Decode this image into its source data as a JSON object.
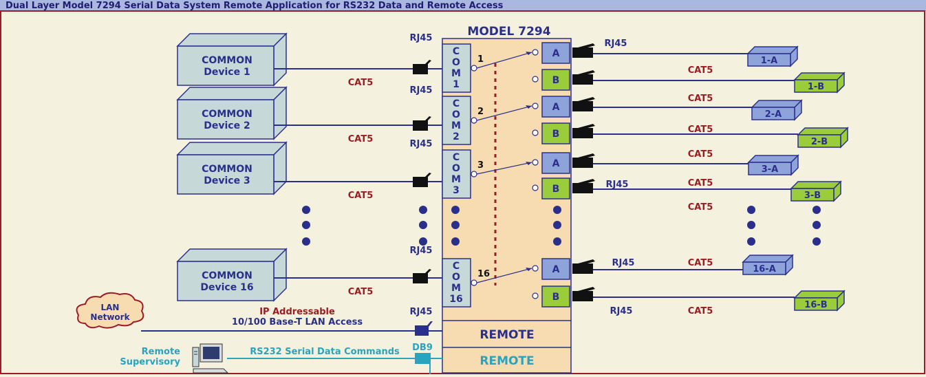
{
  "header": {
    "title": "Dual Layer Model 7294 Serial Data System Remote Application for RS232 Data and Remote Access"
  },
  "unit": {
    "model_label": "MODEL 7294",
    "remote_lan_label": "REMOTE",
    "remote_serial_label": "REMOTE",
    "com_ports": [
      {
        "letters": [
          "C",
          "O",
          "M",
          "1"
        ],
        "channel": "1"
      },
      {
        "letters": [
          "C",
          "O",
          "M",
          "2"
        ],
        "channel": "2"
      },
      {
        "letters": [
          "C",
          "O",
          "M",
          "3"
        ],
        "channel": "3"
      },
      {
        "letters": [
          "C",
          "O",
          "M",
          "16"
        ],
        "channel": "16"
      }
    ],
    "port_a_label": "A",
    "port_b_label": "B"
  },
  "common_devices": [
    {
      "line1": "COMMON",
      "line2": "Device 1"
    },
    {
      "line1": "COMMON",
      "line2": "Device 2"
    },
    {
      "line1": "COMMON",
      "line2": "Device 3"
    },
    {
      "line1": "COMMON",
      "line2": "Device 16"
    }
  ],
  "output_devices": [
    "1-A",
    "1-B",
    "2-A",
    "2-B",
    "3-A",
    "3-B",
    "16-A",
    "16-B"
  ],
  "labels": {
    "rj45": "RJ45",
    "cat5": "CAT5",
    "db9": "DB9",
    "lan_line1": "LAN",
    "lan_line2": "Network",
    "ip_line1": "IP Addressable",
    "ip_line2": "10/100 Base-T LAN Access",
    "remote_sup_line1": "Remote",
    "remote_sup_line2": "Supervisory",
    "rs232": "RS232 Serial Data Commands"
  },
  "colors": {
    "header_bg": "#a9b8e0",
    "page_bg": "#f4f1de",
    "unit_bg": "#f6dcb0",
    "navy": "#2b2f8c",
    "dark_red": "#9c1c24",
    "teal": "#2aa3bf",
    "device_gray": "#c7d8d8",
    "port_blue": "#8fa3db",
    "port_green": "#9bcc3c"
  }
}
